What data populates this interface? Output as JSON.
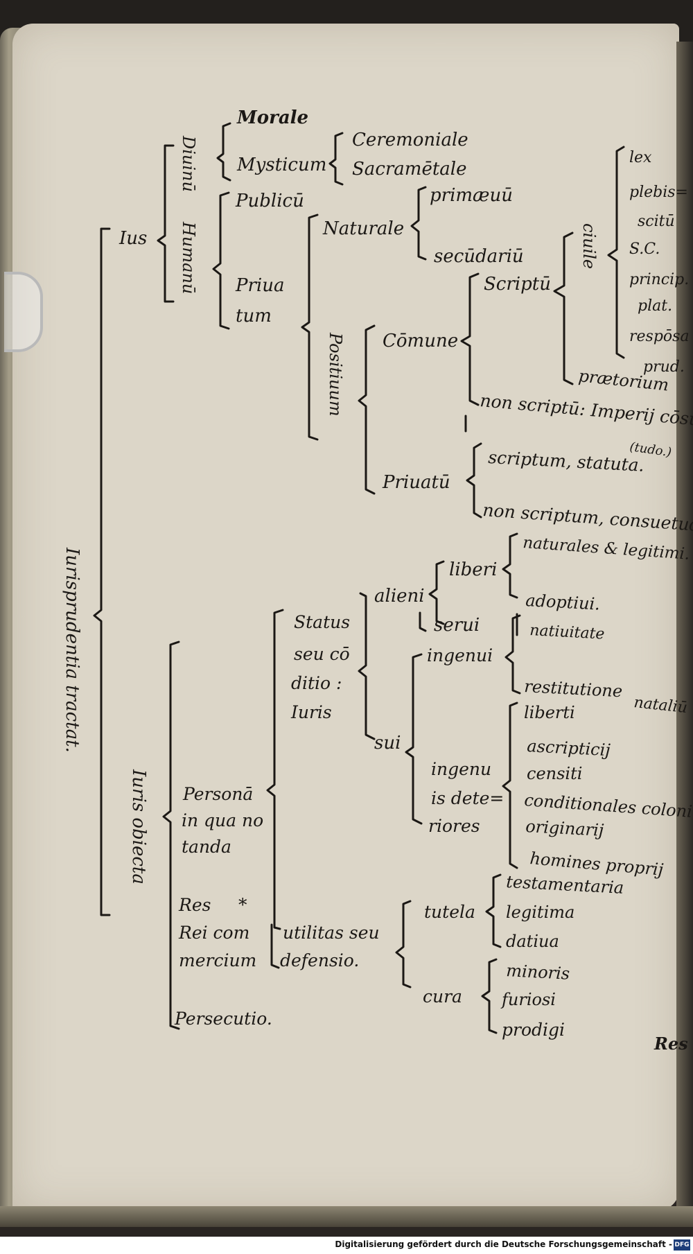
{
  "tree": {
    "root_label": "Iurisprudentia tractat.",
    "ius": {
      "label": "Ius",
      "diuinum": {
        "label": "Diuinū",
        "morale": "Morale",
        "mysticum": "Mysticum",
        "ceremoniale": "Ceremoniale",
        "sacramentale": "Sacramētale"
      },
      "humanum": {
        "label": "Humanū",
        "publicum": "Publicū",
        "priuatum_1": "Priua",
        "priuatum_2": "tum",
        "naturale": "Naturale",
        "primaeuum": "primæuū",
        "secundarium": "secūdariū",
        "positiuum": "Positiuum",
        "commune": "Cōmune",
        "scriptum": "Scriptū",
        "ciuile": "ciuile",
        "lex": "lex",
        "plebiscitum_1": "plebis=",
        "plebiscitum_2": "scitū",
        "sc": "S.C.",
        "principum_1": "princip.",
        "principum_2": "plat.",
        "responsa_1": "respōsa",
        "responsa_2": "prud.",
        "praetorium": "prætorium",
        "non_scriptum_imperii": "non scriptū: Imperij cōsue",
        "tudo": "(tudo.)",
        "priuatum_pos": "Priuatū",
        "scriptum_statuta": "scriptum, statuta.",
        "non_scriptum_consuetudo": "non scriptum, consuetudo."
      }
    },
    "obiecta": {
      "label": "Iuris obiecta",
      "personam_1": "Personā",
      "personam_2": "in qua no",
      "personam_3": "tanda",
      "status_1": "Status",
      "status_2": "seu cō",
      "status_3": "ditio :",
      "status_4": "Iuris",
      "alieni": "alieni",
      "liberi": "liberi",
      "naturales": "naturales & legitimi.",
      "adoptiui": "adoptiui.",
      "serui": "serui",
      "sui": "sui",
      "ingenui": "ingenui",
      "natiuitate": "natiuitate",
      "restitutione": "restitutione",
      "natalium": "nataliū",
      "ingenuis_1": "ingenu",
      "ingenuis_2": "is dete=",
      "ingenuis_3": "riores",
      "liberti": "liberti",
      "ascripticii": "ascripticij",
      "censiti": "censiti",
      "conditionales": "conditionales coloni",
      "originarii": "originarij",
      "homines": "homines proprij",
      "res": "Res",
      "asterisk": "*",
      "rei_1": "Rei com",
      "rei_2": "mercium",
      "utilitas": "utilitas seu",
      "defensio": "defensio.",
      "tutela": "tutela",
      "testamentaria": "testamentaria",
      "legitima": "legitima",
      "datiua": "datiua",
      "cura": "cura",
      "minoris": "minoris",
      "furiosi": "furiosi",
      "prodigi": "prodigi",
      "persecutio": "Persecutio."
    }
  },
  "catchword": "Res",
  "footer": {
    "digitization": "Digitalisierung gefördert durch die Deutsche Forschungsgemeinschaft -",
    "logo": "DFG"
  }
}
